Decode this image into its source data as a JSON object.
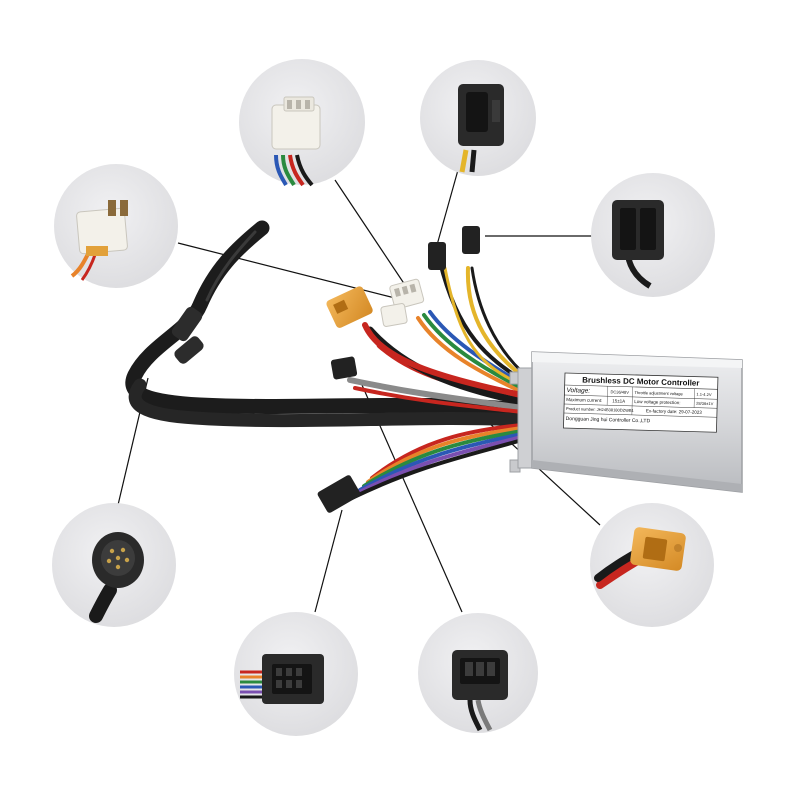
{
  "label": {
    "title": "Brushless DC Motor Controller",
    "voltage_label": "Voltage:",
    "voltage_value": "DC36/48V",
    "throttle_label": "Throttle adjustment voltage",
    "throttle_value": "1.1-4.2V",
    "current_label": "Maximum current:",
    "current_value": "15±1A",
    "low_voltage_label": "Low voltage protection:",
    "low_voltage_value": "28/36±1V",
    "product_number": "Product number: JH24B38180DZWB1",
    "factory_date": "Ex-factory date: 29-07-2023",
    "manufacturer": "Dongguan Jing hui Controller Co.,LTD"
  },
  "colors": {
    "background": "#ffffff",
    "callout_circle": "#e6e6e8",
    "housing": "#d9dadc",
    "cable_black": "#1c1c1c",
    "connector_white": "#f2f0ea",
    "connector_black": "#222222",
    "connector_yellow": "#e8a33c"
  },
  "callouts": [
    {
      "name": "hall-connector-white-3pin",
      "icon": "white-3pin-connector-icon"
    },
    {
      "name": "black-2pin-connector-top",
      "icon": "black-2pin-connector-icon"
    },
    {
      "name": "white-2pin-connector",
      "icon": "white-2pin-connector-icon"
    },
    {
      "name": "black-2pin-connector-right",
      "icon": "black-2pin-connector-icon"
    },
    {
      "name": "round-waterproof-motor-connector",
      "icon": "round-connector-icon"
    },
    {
      "name": "xt60-battery-connector",
      "icon": "yellow-power-connector-icon"
    },
    {
      "name": "black-6pin-connector",
      "icon": "black-6pin-connector-icon"
    },
    {
      "name": "black-3pin-connector",
      "icon": "black-3pin-connector-icon"
    }
  ]
}
